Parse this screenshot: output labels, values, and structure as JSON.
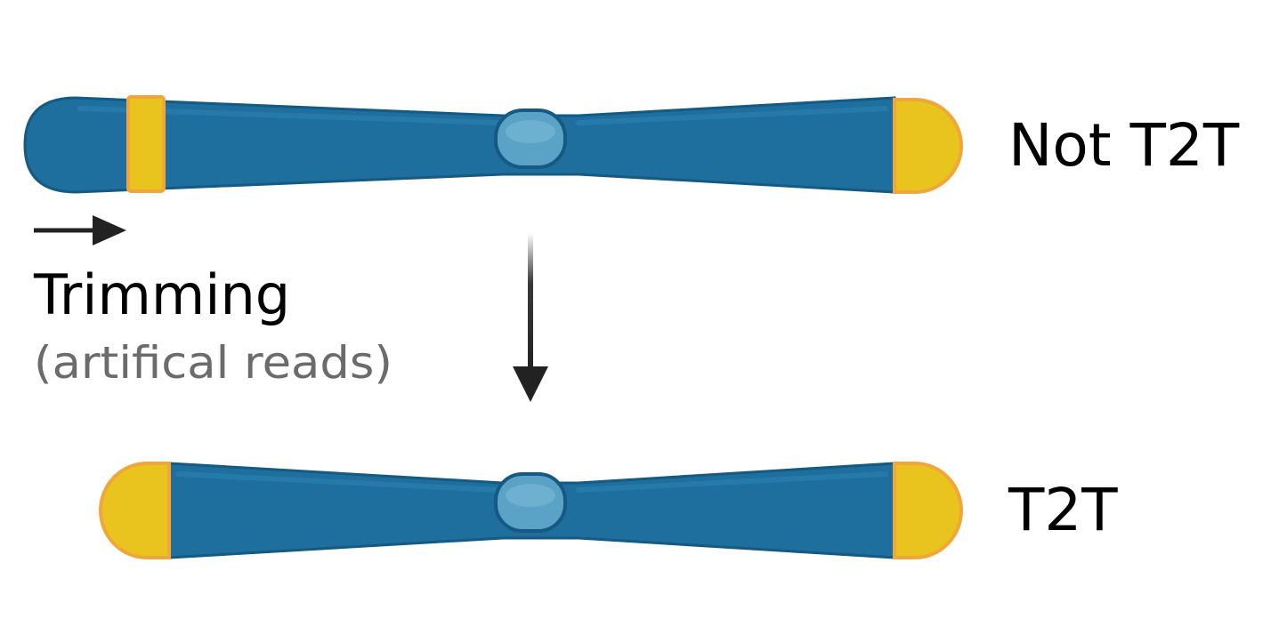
{
  "labels": {
    "top_chromosome": "Not T2T",
    "bottom_chromosome": "T2T",
    "process_title": "Trimming",
    "process_subtitle": "(artifical reads)"
  },
  "colors": {
    "chromosome_body": "#1e6e9e",
    "chromosome_outline": "#145a82",
    "centromere": "#5aa3c6",
    "telomere_fill": "#e9c41e",
    "telomere_outline": "#f0a63a",
    "arrow": "#222222",
    "text_main": "#000000",
    "text_secondary": "#6b6b6b"
  },
  "icons": {
    "trim_direction": "right-arrow-icon",
    "transformation": "down-arrow-icon"
  }
}
